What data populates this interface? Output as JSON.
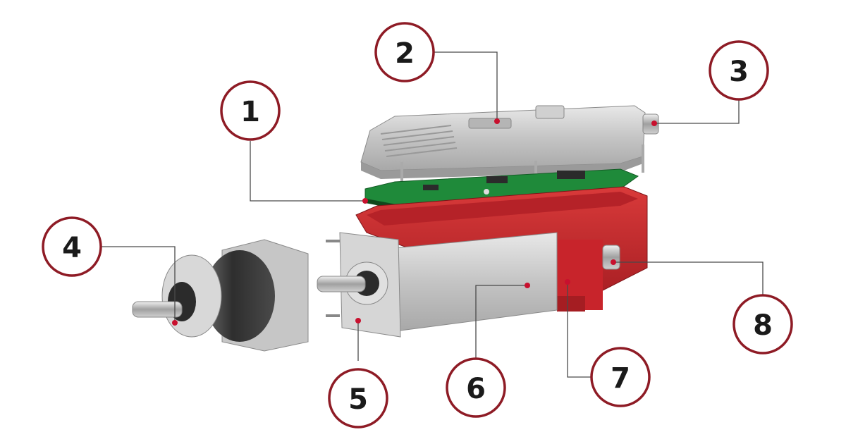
{
  "callouts": [
    {
      "label": "1"
    },
    {
      "label": "2"
    },
    {
      "label": "3"
    },
    {
      "label": "4"
    },
    {
      "label": "5"
    },
    {
      "label": "6"
    },
    {
      "label": "7"
    },
    {
      "label": "8"
    }
  ],
  "colors": {
    "accent": "#8e1b25",
    "housing_red": "#c8242b",
    "pcb_green": "#1f8a3a",
    "aluminum": "#c9c9c9",
    "dark_metal": "#3a3a3a"
  },
  "parts": {
    "gearbox": "gearbox-illustration",
    "motor": "motor-illustration",
    "electronics_housing": "red-housing-illustration",
    "pcb": "pcb-illustration",
    "heatsink_cover": "heatsink-cover-illustration",
    "connector": "connector-illustration"
  }
}
